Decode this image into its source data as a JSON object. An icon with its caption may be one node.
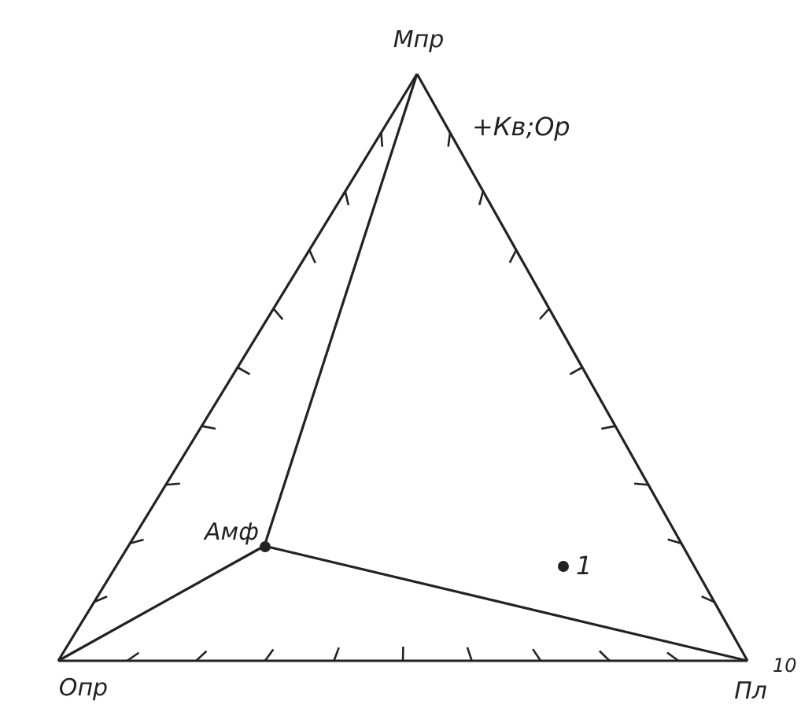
{
  "diagram": {
    "nodes": [
      {
        "text": [
          "Мпр"
        ]
      },
      {
        "text": [
          "Амф"
        ]
      },
      {
        "text": [
          "Опр"
        ]
      },
      {
        "text": [
          "Пл"
        ]
      }
    ],
    "edges": [
      {
        "from": 0,
        "to": 2,
        "arrow": "none"
      },
      {
        "from": 0,
        "to": 3,
        "arrow": "none"
      },
      {
        "from": 2,
        "to": 3,
        "arrow": "none"
      },
      {
        "from": 1,
        "to": 0,
        "arrow": "none"
      },
      {
        "from": 1,
        "to": 2,
        "arrow": "none"
      },
      {
        "from": 1,
        "to": 3,
        "arrow": "none"
      }
    ],
    "labels": [
      "+Кв;Ор",
      "1",
      "10"
    ]
  }
}
